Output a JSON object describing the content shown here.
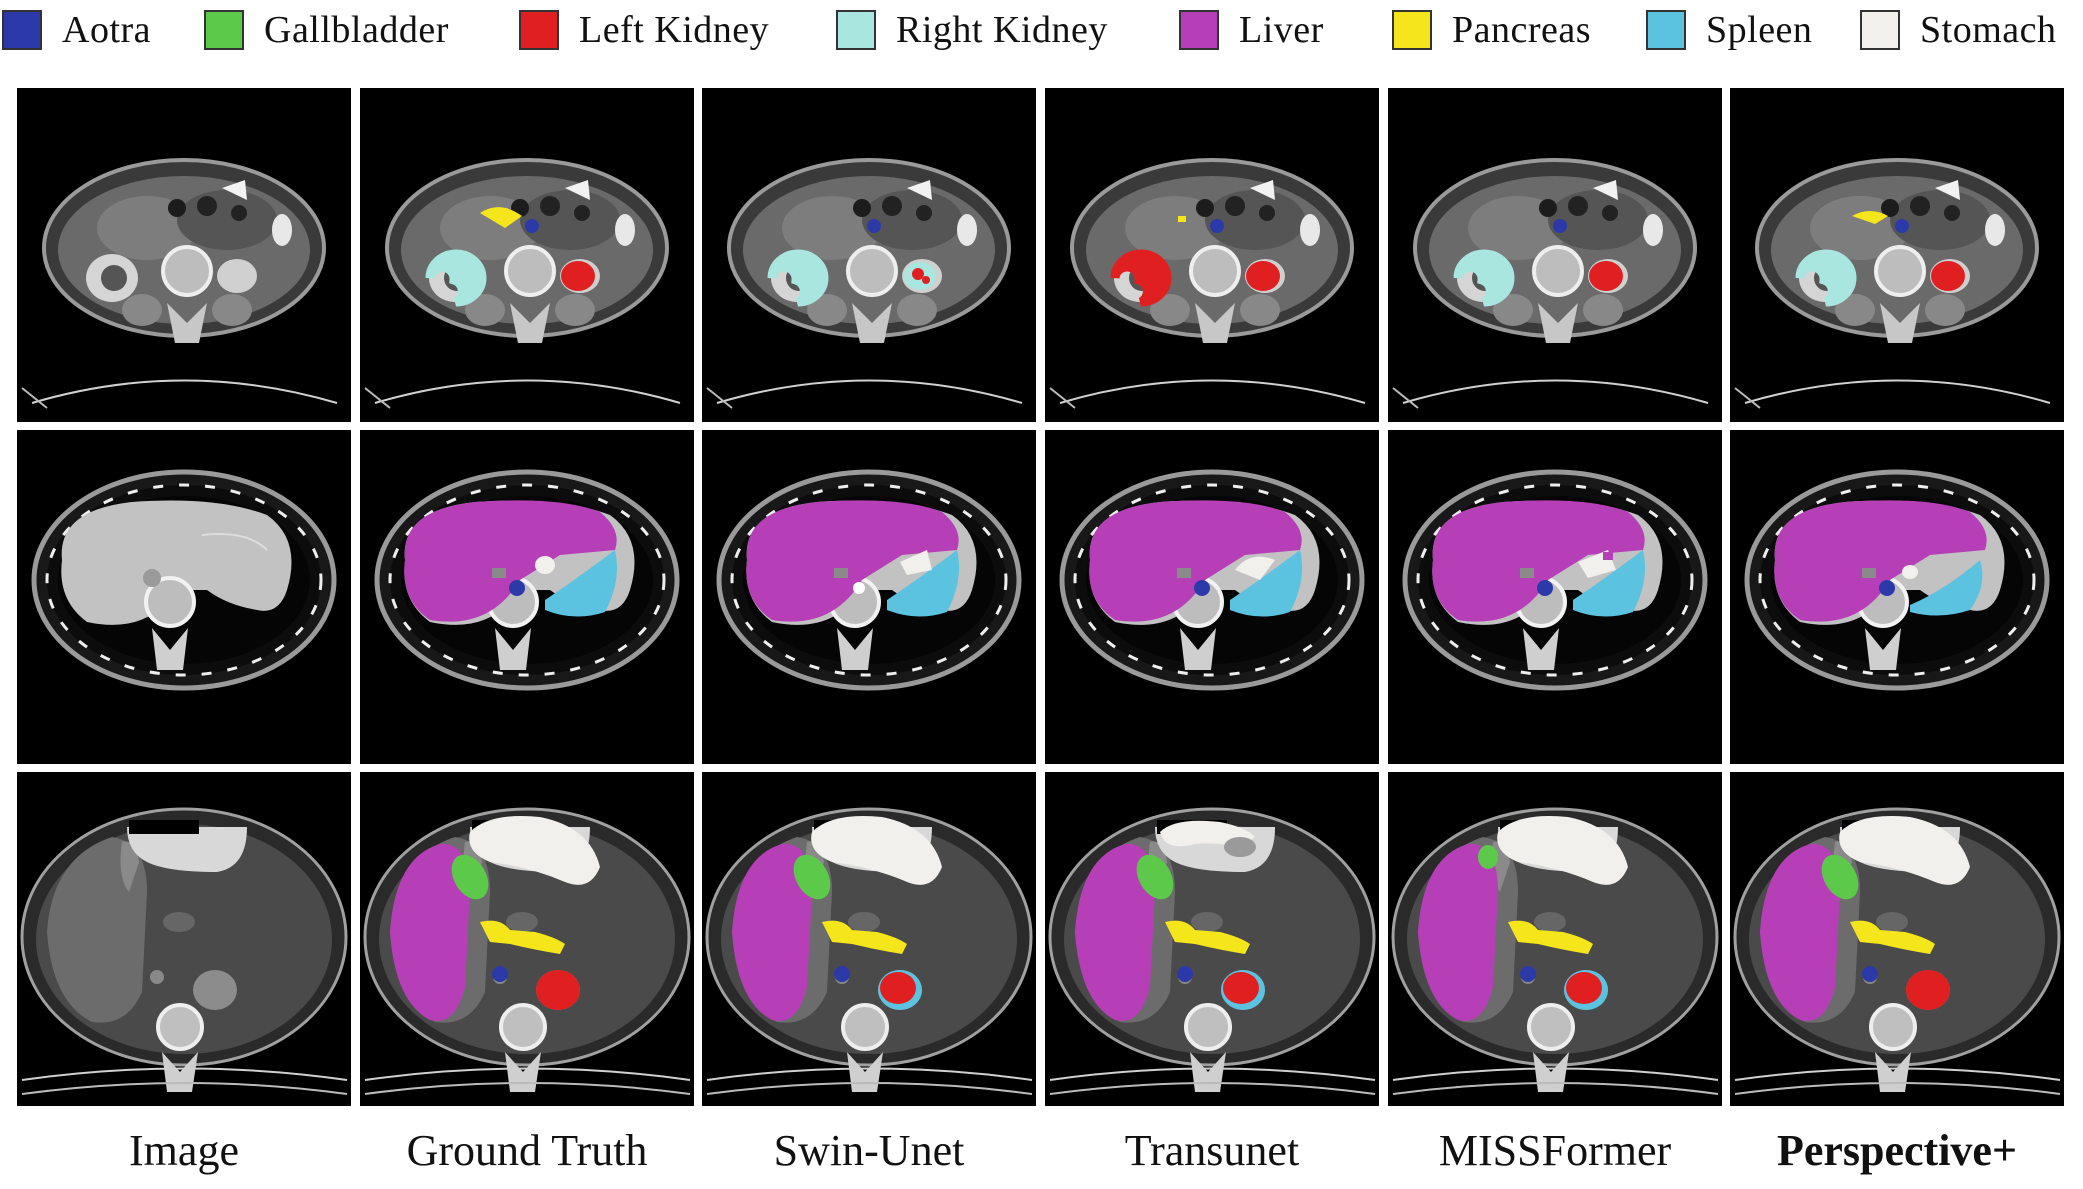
{
  "legend": [
    {
      "label": "Aotra",
      "color": "#2b3aa8"
    },
    {
      "label": "Gallbladder",
      "color": "#5cc94a"
    },
    {
      "label": "Left Kidney",
      "color": "#e02020"
    },
    {
      "label": "Right Kidney",
      "color": "#a9e6e0"
    },
    {
      "label": "Liver",
      "color": "#b63fb8"
    },
    {
      "label": "Pancreas",
      "color": "#f4e61a"
    },
    {
      "label": "Spleen",
      "color": "#5bc2e0"
    },
    {
      "label": "Stomach",
      "color": "#f2f0ec"
    }
  ],
  "columns": [
    {
      "label": "Image",
      "overlay": false,
      "bold": false
    },
    {
      "label": "Ground Truth",
      "overlay": true,
      "bold": false
    },
    {
      "label": "Swin-Unet",
      "overlay": true,
      "bold": false
    },
    {
      "label": "Transunet",
      "overlay": true,
      "bold": false
    },
    {
      "label": "MISSFormer",
      "overlay": true,
      "bold": false
    },
    {
      "label": "Perspective+",
      "overlay": true,
      "bold": true
    }
  ]
}
